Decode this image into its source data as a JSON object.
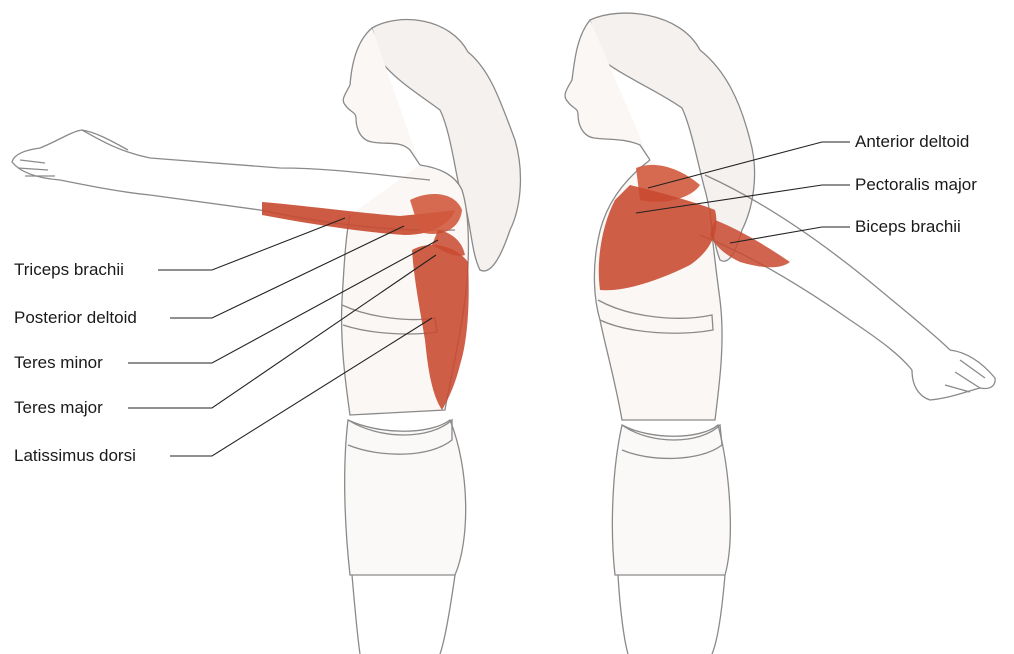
{
  "figures": [
    {
      "id": "back-view",
      "labels": [
        {
          "key": "triceps",
          "text": "Triceps brachii"
        },
        {
          "key": "posterior-deltoid",
          "text": "Posterior deltoid"
        },
        {
          "key": "teres-minor",
          "text": "Teres minor"
        },
        {
          "key": "teres-major",
          "text": "Teres major"
        },
        {
          "key": "latissimus",
          "text": "Latissimus dorsi"
        }
      ]
    },
    {
      "id": "front-view",
      "labels": [
        {
          "key": "anterior-deltoid",
          "text": "Anterior deltoid"
        },
        {
          "key": "pectoralis",
          "text": "Pectoralis major"
        },
        {
          "key": "biceps",
          "text": "Biceps brachii"
        }
      ]
    }
  ],
  "colors": {
    "muscle": "#c8492f",
    "muscle_light": "#e07f66",
    "skin_line": "#8a8a8a",
    "skin_shade": "#e9dcd6",
    "leader": "#222222"
  }
}
